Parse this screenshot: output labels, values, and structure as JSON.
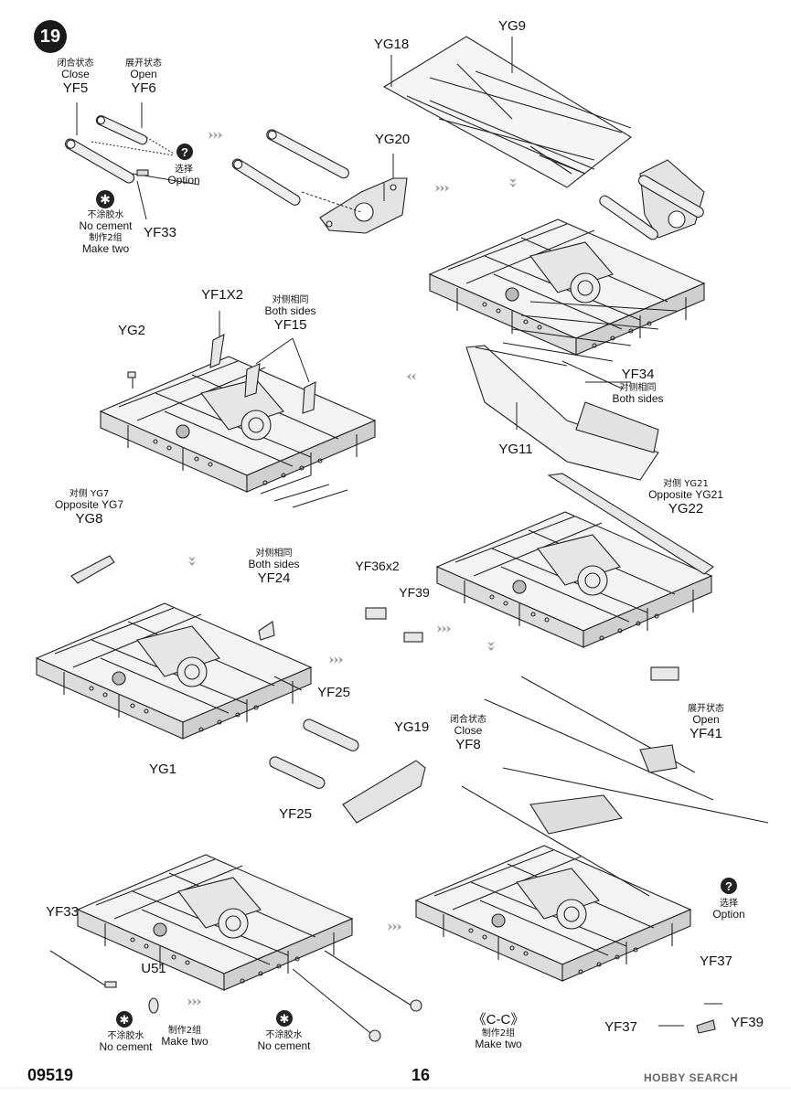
{
  "step": "19",
  "page_number": "16",
  "kit_number": "09519",
  "watermark": "HOBBY SEARCH",
  "callouts": {
    "close_zh": "闭合状态",
    "close_en": "Close",
    "open_zh": "展开状态",
    "open_en": "Open",
    "option_zh": "选择",
    "option_en": "Option",
    "nocement_zh": "不涂胶水",
    "nocement_en": "No cement",
    "maketwo_zh": "制作2组",
    "maketwo_en": "Make two",
    "bothsides_zh": "对侧相同",
    "bothsides_en": "Both sides",
    "oppyg7_zh": "对侧 YG7",
    "oppyg7_en": "Opposite YG7",
    "oppyg21_zh": "对侧 YG21",
    "oppyg21_en": "Opposite YG21",
    "section": "《C-C》"
  },
  "parts": {
    "yf5": "YF5",
    "yf6": "YF6",
    "yf33": "YF33",
    "yg18": "YG18",
    "yg9": "YG9",
    "yg20": "YG20",
    "yf1x2": "YF1X2",
    "yf15": "YF15",
    "yg2": "YG2",
    "yf34": "YF34",
    "yg11": "YG11",
    "yg8": "YG8",
    "yf24": "YF24",
    "yf36x2": "YF36x2",
    "yf39": "YF39",
    "yg22": "YG22",
    "yf25": "YF25",
    "yg19": "YG19",
    "yg1": "YG1",
    "u51": "U51",
    "yf8": "YF8",
    "yf41": "YF41",
    "yf37": "YF37"
  }
}
